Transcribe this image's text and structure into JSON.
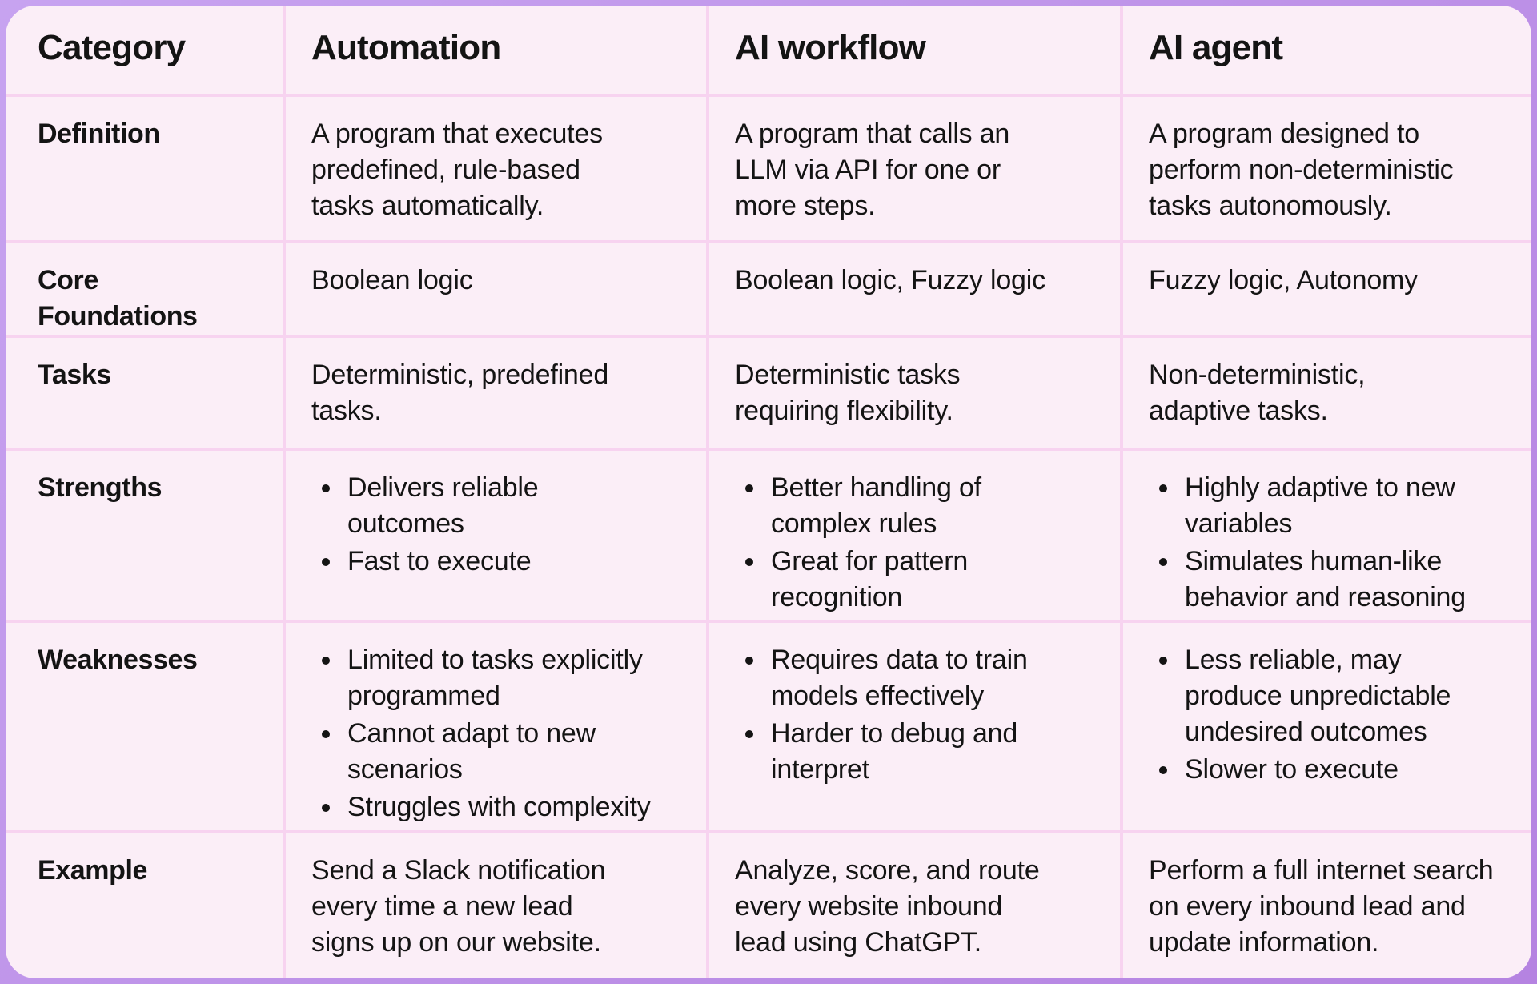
{
  "colors": {
    "frame-from": "#c7a3f0",
    "frame-to": "#b583e1",
    "cell-bg": "#fbeef7",
    "divider": "#f7d3f0",
    "text": "#141414"
  },
  "chart_data": {
    "type": "table",
    "columns": [
      "Category",
      "Automation",
      "AI workflow",
      "AI agent"
    ],
    "rows": [
      {
        "label": "Definition",
        "cells": [
          "A program that executes\npredefined, rule-based\ntasks automatically.",
          "A program that calls an\nLLM via API for one or\nmore steps.",
          "A program designed to\nperform non-deterministic\ntasks autonomously."
        ]
      },
      {
        "label": "Core\nFoundations",
        "cells": [
          "Boolean logic",
          "Boolean logic, Fuzzy logic",
          "Fuzzy logic, Autonomy"
        ]
      },
      {
        "label": "Tasks",
        "cells": [
          "Deterministic, predefined\ntasks.",
          "Deterministic tasks\nrequiring flexibility.",
          "Non-deterministic,\nadaptive tasks."
        ]
      },
      {
        "label": "Strengths",
        "bullets": [
          [
            "Delivers reliable\noutcomes",
            "Fast to execute"
          ],
          [
            "Better handling of\ncomplex rules",
            "Great for pattern\nrecognition"
          ],
          [
            "Highly adaptive to new\nvariables",
            "Simulates human-like\nbehavior and reasoning"
          ]
        ]
      },
      {
        "label": "Weaknesses",
        "bullets": [
          [
            "Limited to tasks explicitly\nprogrammed",
            "Cannot adapt to new\nscenarios",
            "Struggles with complexity"
          ],
          [
            "Requires data to train\nmodels effectively",
            "Harder to debug and\ninterpret"
          ],
          [
            "Less reliable, may\nproduce unpredictable\nundesired outcomes",
            "Slower to execute"
          ]
        ]
      },
      {
        "label": "Example",
        "cells": [
          "Send a Slack notification\nevery time a new lead\nsigns up on our website.",
          "Analyze, score, and route\nevery website inbound\nlead using ChatGPT.",
          "Perform a full internet search\non every inbound lead and\nupdate information."
        ]
      }
    ]
  }
}
